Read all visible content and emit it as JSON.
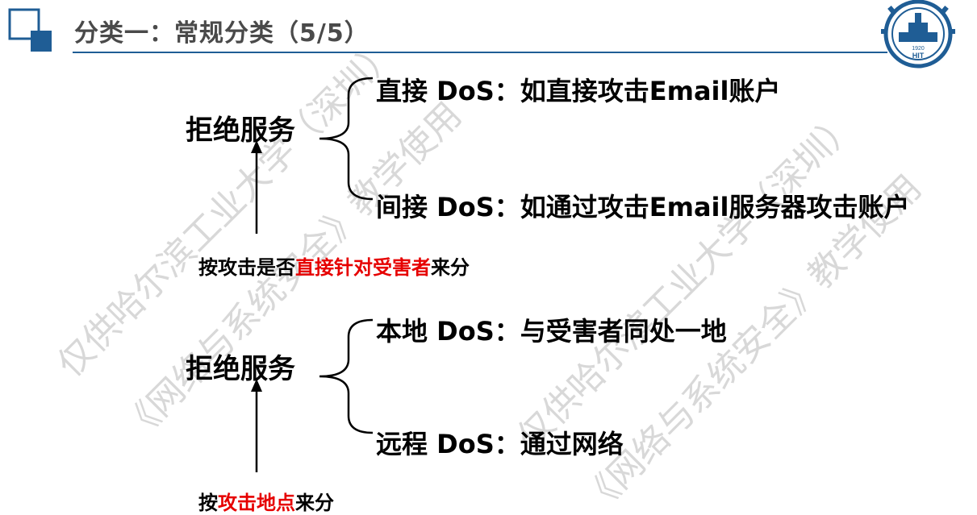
{
  "header": {
    "title": "分类一：常规分类（5/5）",
    "logo_year": "1920",
    "logo_text": "HIT"
  },
  "watermark": {
    "line1": "仅供哈尔滨工业大学（深圳）",
    "line2": "《网络与系统安全》教学使用"
  },
  "group1": {
    "root": "拒绝服务",
    "item_direct": "直接 DoS：如直接攻击Email账户",
    "item_indirect": "间接 DoS：如通过攻击Email服务器攻击账户",
    "note_prefix": "按攻击是否",
    "note_highlight": "直接针对受害者",
    "note_suffix": "来分"
  },
  "group2": {
    "root": "拒绝服务",
    "item_local": "本地 DoS：与受害者同处一地",
    "item_remote": "远程 DoS：通过网络",
    "note_prefix": "按",
    "note_highlight": "攻击地点",
    "note_suffix": "来分"
  },
  "colors": {
    "accent_blue": "#1f5d95",
    "title_gray": "#4a4a4a",
    "highlight_red": "#e60000",
    "watermark": "#d8d8d8"
  }
}
